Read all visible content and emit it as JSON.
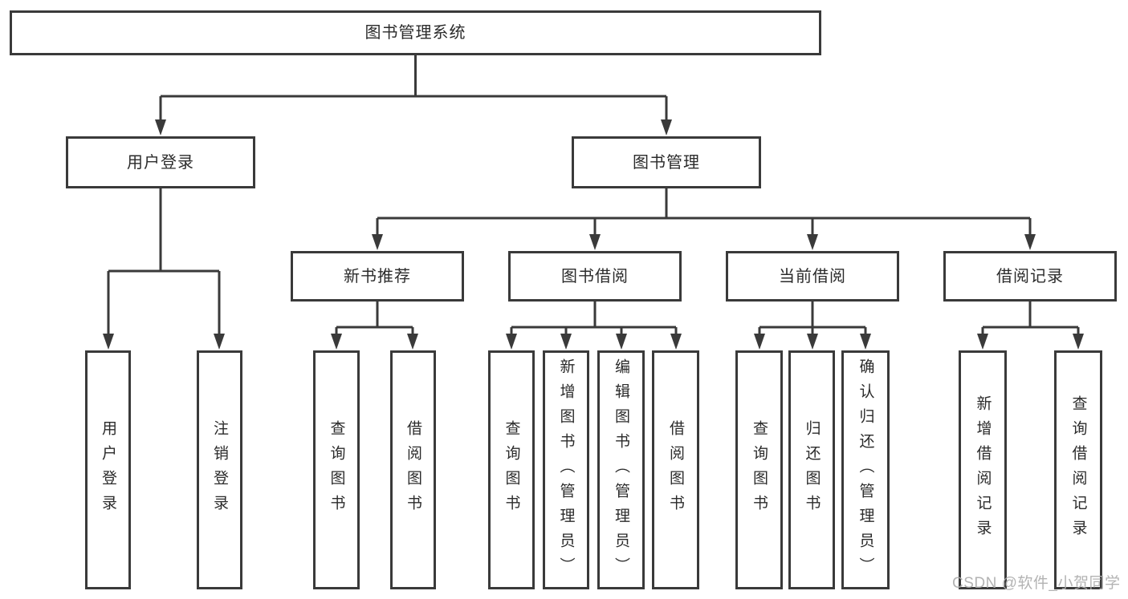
{
  "diagram": {
    "title": "图书管理系统",
    "root": {
      "label": "图书管理系统"
    },
    "branches": [
      {
        "label": "用户登录",
        "children": [
          {
            "label": "用户登录"
          },
          {
            "label": "注销登录"
          }
        ]
      },
      {
        "label": "图书管理",
        "children": [
          {
            "label": "新书推荐",
            "children": [
              {
                "label": "查询图书"
              },
              {
                "label": "借阅图书"
              }
            ]
          },
          {
            "label": "图书借阅",
            "children": [
              {
                "label": "查询图书"
              },
              {
                "label": "新增图书（管理员）"
              },
              {
                "label": "编辑图书（管理员）"
              },
              {
                "label": "借阅图书"
              }
            ]
          },
          {
            "label": "当前借阅",
            "children": [
              {
                "label": "查询图书"
              },
              {
                "label": "归还图书"
              },
              {
                "label": "确认归还（管理员）"
              }
            ]
          },
          {
            "label": "借阅记录",
            "children": [
              {
                "label": "新增借阅记录"
              },
              {
                "label": "查询借阅记录"
              }
            ]
          }
        ]
      }
    ]
  },
  "watermark": {
    "text": "CSDN @软件_小贺同学"
  },
  "colors": {
    "background": "#ffffff",
    "line": "#3a3a3a",
    "box_border": "#3a3a3a",
    "box_fill": "#ffffff",
    "text": "#2b2b2b",
    "watermark": "#acacac"
  }
}
